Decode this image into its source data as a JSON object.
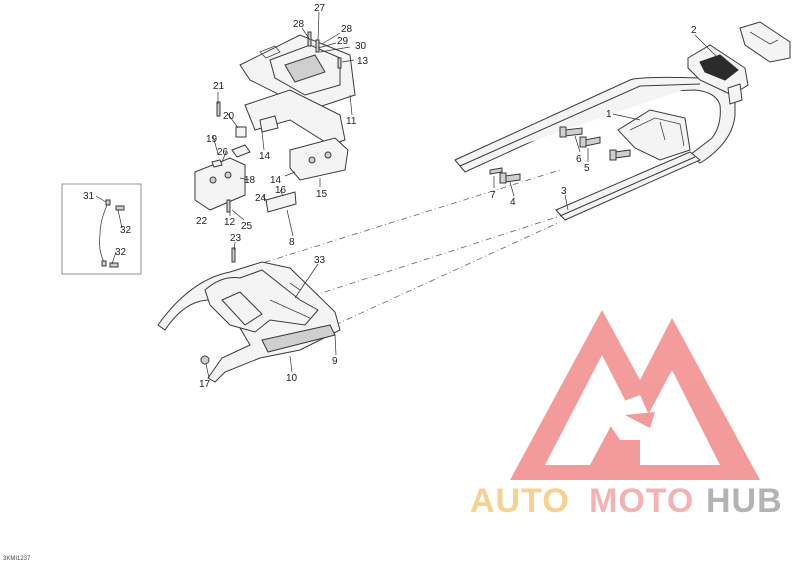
{
  "diagram": {
    "reference_code": "3KMI1237",
    "callouts": [
      "1",
      "2",
      "3",
      "4",
      "5",
      "6",
      "7",
      "8",
      "9",
      "10",
      "11",
      "12",
      "13",
      "14",
      "14",
      "15",
      "16",
      "17",
      "18",
      "19",
      "20",
      "21",
      "22",
      "23",
      "24",
      "25",
      "26",
      "27",
      "28",
      "28",
      "29",
      "30",
      "31",
      "32",
      "32",
      "33"
    ]
  },
  "watermark": {
    "word_part1": "AUTO",
    "word_part2": "MOTO",
    "word_part3": "HUB",
    "colors": {
      "auto": "#f5c26b",
      "moto": "#f19a9a",
      "hub": "#9a9a9a",
      "triangle": "#f07a7a"
    }
  }
}
